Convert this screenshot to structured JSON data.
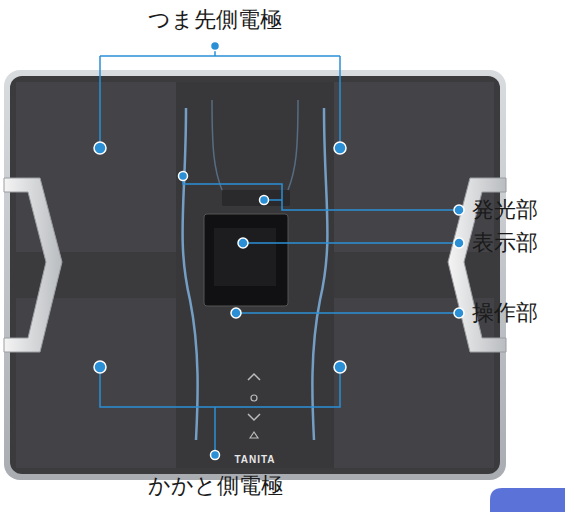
{
  "diagram": {
    "labels": [
      "つま先側電極",
      "発光部",
      "表示部",
      "操作部",
      "かかと側電極",
      "TANITA"
    ]
  }
}
